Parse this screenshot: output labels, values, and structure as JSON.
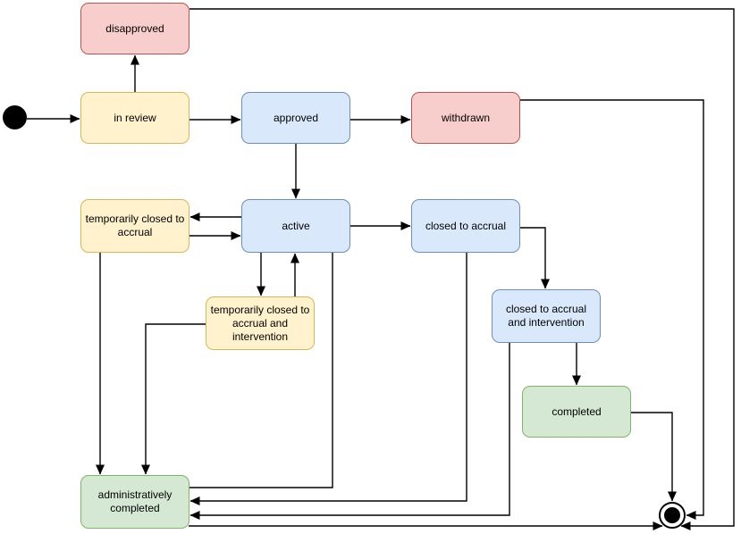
{
  "diagram": {
    "type": "state-machine",
    "palette": {
      "yellow_fill": "#FFF2CC",
      "yellow_stroke": "#D6B656",
      "blue_fill": "#DAE8FC",
      "blue_stroke": "#6C8EBF",
      "red_fill": "#F8CECC",
      "red_stroke": "#B85450",
      "green_fill": "#D5E8D4",
      "green_stroke": "#82B366",
      "edge_color": "#000000",
      "background": "#ffffff"
    },
    "states": {
      "start": {
        "type": "initial-pseudostate",
        "label": ""
      },
      "disapproved": {
        "label": "disapproved",
        "color": "red"
      },
      "in_review": {
        "label": "in review",
        "color": "yellow"
      },
      "approved": {
        "label": "approved",
        "color": "blue"
      },
      "withdrawn": {
        "label": "withdrawn",
        "color": "red"
      },
      "temporarily_closed_to_accrual": {
        "label": "temporarily closed to\naccrual",
        "color": "yellow"
      },
      "active": {
        "label": "active",
        "color": "blue"
      },
      "closed_to_accrual": {
        "label": "closed to accrual",
        "color": "blue"
      },
      "temporarily_closed_to_accrual_and_intervention": {
        "label": "temporarily closed to\naccrual and\nintervention",
        "color": "yellow"
      },
      "closed_to_accrual_and_intervention": {
        "label": "closed to accrual\nand intervention",
        "color": "blue"
      },
      "completed": {
        "label": "completed",
        "color": "green"
      },
      "administratively_completed": {
        "label": "administratively\ncompleted",
        "color": "green"
      },
      "end": {
        "type": "final-pseudostate",
        "label": ""
      }
    },
    "transitions": [
      {
        "from": "start",
        "to": "in_review"
      },
      {
        "from": "in_review",
        "to": "disapproved"
      },
      {
        "from": "in_review",
        "to": "approved"
      },
      {
        "from": "approved",
        "to": "withdrawn"
      },
      {
        "from": "approved",
        "to": "active"
      },
      {
        "from": "active",
        "to": "temporarily_closed_to_accrual"
      },
      {
        "from": "temporarily_closed_to_accrual",
        "to": "active"
      },
      {
        "from": "active",
        "to": "closed_to_accrual"
      },
      {
        "from": "active",
        "to": "temporarily_closed_to_accrual_and_intervention"
      },
      {
        "from": "temporarily_closed_to_accrual_and_intervention",
        "to": "active"
      },
      {
        "from": "closed_to_accrual",
        "to": "closed_to_accrual_and_intervention"
      },
      {
        "from": "closed_to_accrual",
        "to": "administratively_completed"
      },
      {
        "from": "closed_to_accrual_and_intervention",
        "to": "administratively_completed"
      },
      {
        "from": "closed_to_accrual_and_intervention",
        "to": "completed"
      },
      {
        "from": "temporarily_closed_to_accrual_and_intervention",
        "to": "administratively_completed"
      },
      {
        "from": "temporarily_closed_to_accrual",
        "to": "administratively_completed"
      },
      {
        "from": "active",
        "to": "administratively_completed"
      },
      {
        "from": "completed",
        "to": "end"
      },
      {
        "from": "withdrawn",
        "to": "end"
      },
      {
        "from": "disapproved",
        "to": "end"
      },
      {
        "from": "administratively_completed",
        "to": "end"
      }
    ]
  }
}
